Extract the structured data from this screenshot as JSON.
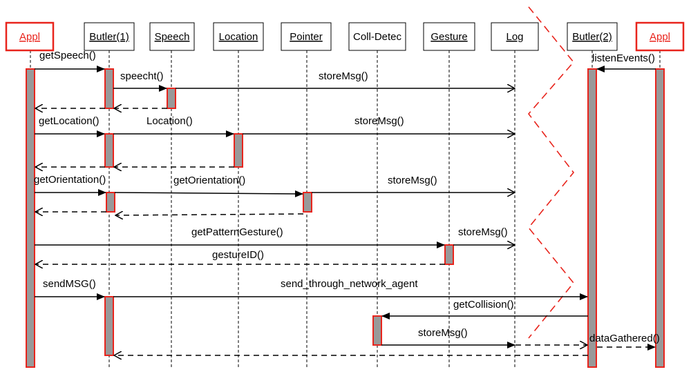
{
  "diagram": {
    "lifelines": [
      "Appl",
      "Butler(1)",
      "Speech",
      "Location",
      "Pointer",
      "Coll-Detec",
      "Gesture",
      "Log",
      "Butler(2)",
      "Appl"
    ],
    "messages": [
      "getSpeech()",
      "speecht()",
      "storeMsg()",
      "getLocation()",
      "Location()",
      "storeMsg()",
      "getOrientation()",
      "getOrientation()",
      "storeMsg()",
      "getPatternGesture()",
      "storeMsg()",
      "gestureID()",
      "sendMSG()",
      "send_through_network_agent",
      "getCollision()",
      "storeMsg()",
      "listenEvents()",
      "dataGathered()"
    ]
  },
  "colors": {
    "accent": "#e8241c",
    "activation_fill": "#999999",
    "line": "#000000"
  }
}
